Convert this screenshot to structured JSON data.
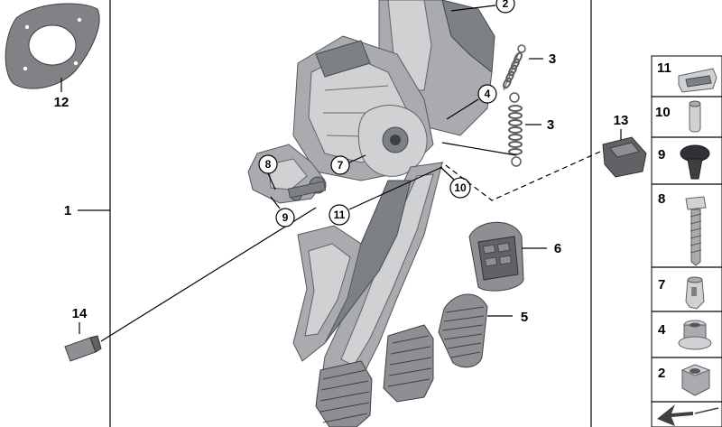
{
  "callouts": {
    "c1": "1",
    "c2": "2",
    "c3a": "3",
    "c3b": "3",
    "c4": "4",
    "c5": "5",
    "c6": "6",
    "c7": "7",
    "c8": "8",
    "c9": "9",
    "c10": "10",
    "c11": "11",
    "c12": "12",
    "c13": "13",
    "c14": "14"
  },
  "parts_panel": {
    "items": [
      {
        "number": "11",
        "icon": "clip-icon"
      },
      {
        "number": "10",
        "icon": "pin-icon"
      },
      {
        "number": "9",
        "icon": "expanding-rivet-icon"
      },
      {
        "number": "8",
        "icon": "screw-icon"
      },
      {
        "number": "7",
        "icon": "bushing-icon"
      },
      {
        "number": "4",
        "icon": "bearing-bush-icon"
      },
      {
        "number": "2",
        "icon": "hex-nut-icon"
      }
    ],
    "footer_icon": "arrow-icon"
  },
  "colors": {
    "metal": "#a9abae",
    "rubber": "#8d8f93",
    "line": "#000000",
    "background": "#ffffff"
  }
}
